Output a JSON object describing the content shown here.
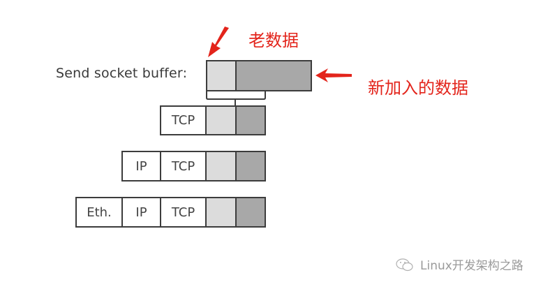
{
  "diagram": {
    "send_buffer_label": "Send socket buffer:",
    "annotations": {
      "old_data": "老数据",
      "new_data": "新加入的数据"
    },
    "rows": [
      {
        "name": "tcp-segment",
        "headers": [
          "TCP"
        ]
      },
      {
        "name": "ip-packet",
        "headers": [
          "IP",
          "TCP"
        ]
      },
      {
        "name": "ethernet-frame",
        "headers": [
          "Eth.",
          "IP",
          "TCP"
        ]
      }
    ],
    "colors": {
      "old_data_fill": "#dcdcdc",
      "new_data_fill": "#a8a8a8",
      "arrow": "#e3241b",
      "border": "#3c3c3c"
    }
  },
  "watermark": {
    "text": "Linux开发架构之路"
  }
}
